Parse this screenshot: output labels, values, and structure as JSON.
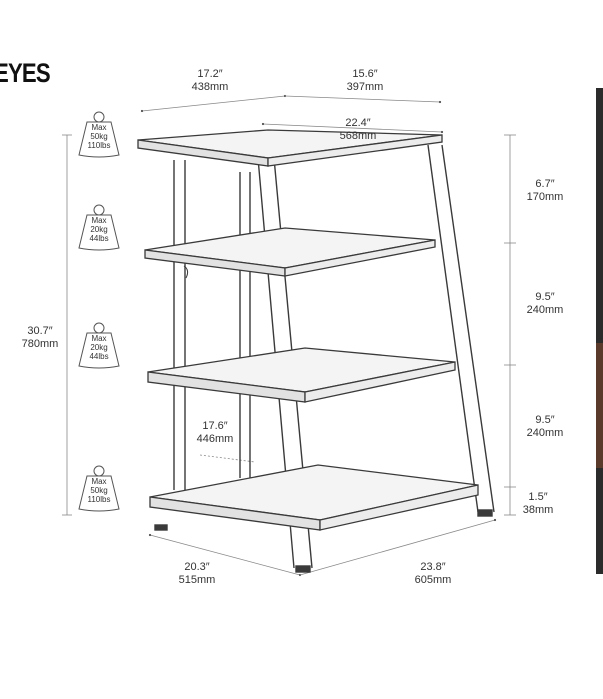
{
  "brand": {
    "partial_text": "EYES"
  },
  "dimensions": {
    "top_width": {
      "in": "17.2″",
      "mm": "438mm"
    },
    "top_depth": {
      "in": "15.6″",
      "mm": "397mm"
    },
    "top_diagonal": {
      "in": "22.4″",
      "mm": "568mm"
    },
    "shelf_gap_top": {
      "in": "6.7″",
      "mm": "170mm"
    },
    "shelf_gap_mid": {
      "in": "9.5″",
      "mm": "240mm"
    },
    "shelf_gap_low": {
      "in": "9.5″",
      "mm": "240mm"
    },
    "base_clearance": {
      "in": "1.5″",
      "mm": "38mm"
    },
    "total_height": {
      "in": "30.7″",
      "mm": "780mm"
    },
    "inner_width": {
      "in": "17.6″",
      "mm": "446mm"
    },
    "base_width": {
      "in": "20.3″",
      "mm": "515mm"
    },
    "base_depth": {
      "in": "23.8″",
      "mm": "605mm"
    }
  },
  "weight_badges": [
    {
      "max": "Max",
      "kg": "50kg",
      "lbs": "110lbs"
    },
    {
      "max": "Max",
      "kg": "20kg",
      "lbs": "44lbs"
    },
    {
      "max": "Max",
      "kg": "20kg",
      "lbs": "44lbs"
    },
    {
      "max": "Max",
      "kg": "50kg",
      "lbs": "110lbs"
    }
  ],
  "colors": {
    "line": "#3a3a3a",
    "shelf_fill": "#f4f4f4",
    "background": "#ffffff",
    "photo_strip": "#2b2b2b"
  }
}
